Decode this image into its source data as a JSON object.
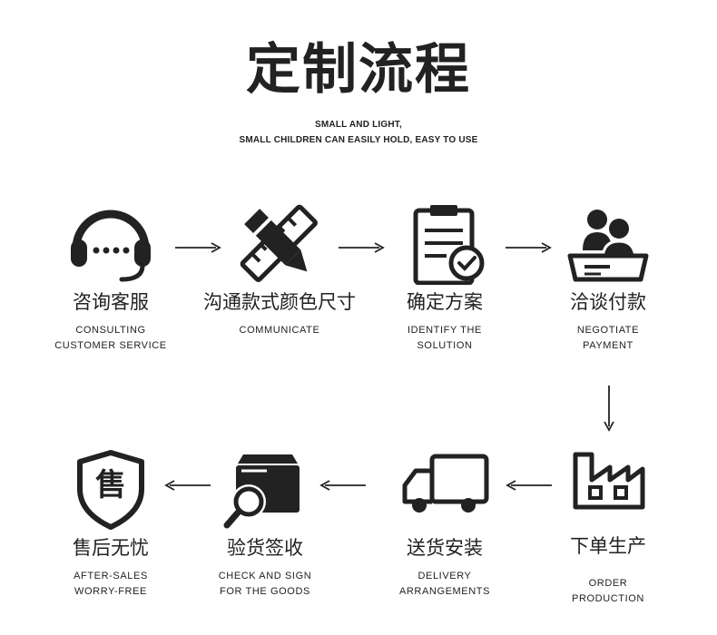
{
  "header": {
    "title": "定制流程",
    "subtitle_line1": "SMALL AND LIGHT,",
    "subtitle_line2": "SMALL CHILDREN CAN EASILY HOLD, EASY TO USE"
  },
  "steps": [
    {
      "zh": "咨询客服",
      "en1": "CONSULTING",
      "en2": "CUSTOMER SERVICE",
      "icon": "headset-icon"
    },
    {
      "zh": "沟通款式颜色尺寸",
      "en1": "COMMUNICATE",
      "en2": "",
      "icon": "pencil-ruler-icon"
    },
    {
      "zh": "确定方案",
      "en1": "IDENTIFY THE",
      "en2": "SOLUTION",
      "icon": "clipboard-check-icon"
    },
    {
      "zh": "洽谈付款",
      "en1": "NEGOTIATE",
      "en2": "PAYMENT",
      "icon": "negotiation-people-icon"
    },
    {
      "zh": "下单生产",
      "en1": "ORDER",
      "en2": "PRODUCTION",
      "icon": "factory-icon"
    },
    {
      "zh": "送货安装",
      "en1": "DELIVERY",
      "en2": "ARRANGEMENTS",
      "icon": "truck-icon"
    },
    {
      "zh": "验货签收",
      "en1": "CHECK AND SIGN",
      "en2": "FOR THE GOODS",
      "icon": "box-magnifier-icon"
    },
    {
      "zh": "售后无忧",
      "en1": "AFTER-SALES",
      "en2": "WORRY-FREE",
      "icon": "shield-after-sales-icon"
    }
  ],
  "shield_glyph": "售"
}
